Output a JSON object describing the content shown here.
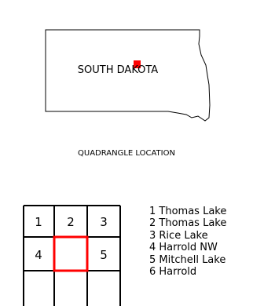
{
  "state_map": {
    "label": "SOUTH DAKOTA",
    "marker_color": "#ff0000"
  },
  "caption": "QUADRANGLE LOCATION",
  "grid": {
    "highlight_color": "#ff0000",
    "cells": [
      "1",
      "2",
      "3",
      "4",
      "5"
    ]
  },
  "legend": [
    "1 Thomas Lake",
    "2 Thomas Lake",
    "3 Rice Lake",
    "4 Harrold NW",
    "5 Mitchell Lake",
    "6 Harrold"
  ]
}
